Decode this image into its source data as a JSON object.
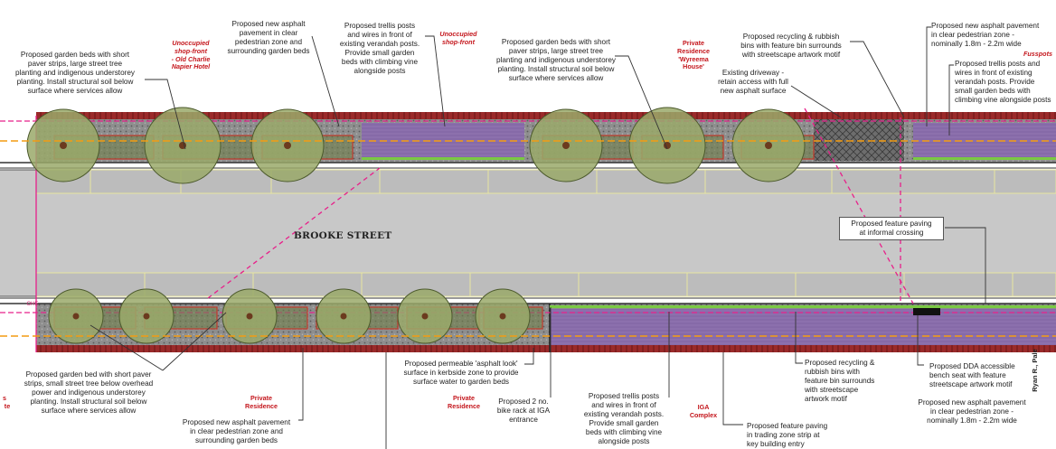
{
  "street_name": "BROOKE STREET",
  "labels": {
    "garden_beds_top_left": "Proposed garden beds with short\npaver strips, large street tree\nplanting and indigenous understorey\nplanting.  Install structural soil below\nsurface where services allow",
    "old_charlie": "Unoccupied\nshop-front\n- Old Charlie\nNapier Hotel",
    "asphalt_top_left": "Proposed new asphalt\npavement in clear\npedestrian zone and\nsurrounding garden beds",
    "trellis_top": "Proposed trellis posts\nand wires in front of\nexisting verandah posts.\nProvide small garden\nbeds with climbing vine\nalongside posts",
    "unoccupied_shopfront": "Unoccupied\nshop-front",
    "garden_beds_top_mid": "Proposed garden beds with short\npaver strips, large street tree\nplanting and indigenous understorey\nplanting.  Install structural soil below\nsurface where services allow",
    "wyreema": "Private\nResidence\n'Wyreema\nHouse'",
    "recycling_top": "Proposed recycling & rubbish\nbins with feature bin surrounds\nwith streetscape artwork motif",
    "driveway": "Existing driveway -\nretain access with full\nnew asphalt surface",
    "asphalt_top_right": "Proposed new asphalt pavement\nin clear pedestrian zone -\nnominally 1.8m - 2.2m wide",
    "fusspots": "Fusspots",
    "trellis_top_right": "Proposed trellis posts and\nwires in front of existing\nverandah posts. Provide\nsmall garden beds with\nclimbing vine alongside posts",
    "feature_paving_crossing": "Proposed feature paving\nat informal crossing",
    "garden_bed_bottom_left": "Proposed garden bed with short paver\nstrips, small street tree below overhead\npower and indigenous understorey\nplanting. Install structural soil below\nsurface where services allow",
    "private_residence_1": "Private\nResidence",
    "asphalt_bottom_left": "Proposed new asphalt pavement\nin clear pedestrian zone and\nsurrounding garden beds",
    "permeable": "Proposed permeable 'asphalt look'\nsurface in kerbside zone to provide\nsurface water to garden beds",
    "private_residence_2": "Private\nResidence",
    "bike_rack": "Proposed 2 no.\nbike rack at IGA\nentrance",
    "trellis_bottom": "Proposed trellis posts\nand wires in front of\nexisting verandah posts.\nProvide small garden\nbeds with climbing vine\nalongside posts",
    "iga": "IGA\nComplex",
    "feature_paving_trading": "Proposed feature paving\nin trading zone strip at\nkey building entry",
    "recycling_bottom": "Proposed recycling &\nrubbish bins with\nfeature bin surrounds\nwith streetscape\nartwork motif",
    "dda_bench": "Proposed DDA accessible\nbench seat with feature\nstreetscape artwork motif",
    "asphalt_bottom_right": "Proposed new asphalt pavement\nin clear pedestrian zone -\nnominally 1.8m - 2.2m wide",
    "edge_left_frag": "te",
    "edge_left_frag2": "s",
    "ohe_tag": "OHE",
    "edge_right_vertical": "Ryan R., Pale"
  },
  "colors": {
    "road": "#c9c9c9",
    "tree": "#9aa96a",
    "paving": "#8f8f8f",
    "trading_zone": "#8c6fae",
    "kerb_brick": "#8b1a1a",
    "magenta": "#e8208a",
    "label_red": "#c4161c",
    "lime": "#7ac943"
  }
}
